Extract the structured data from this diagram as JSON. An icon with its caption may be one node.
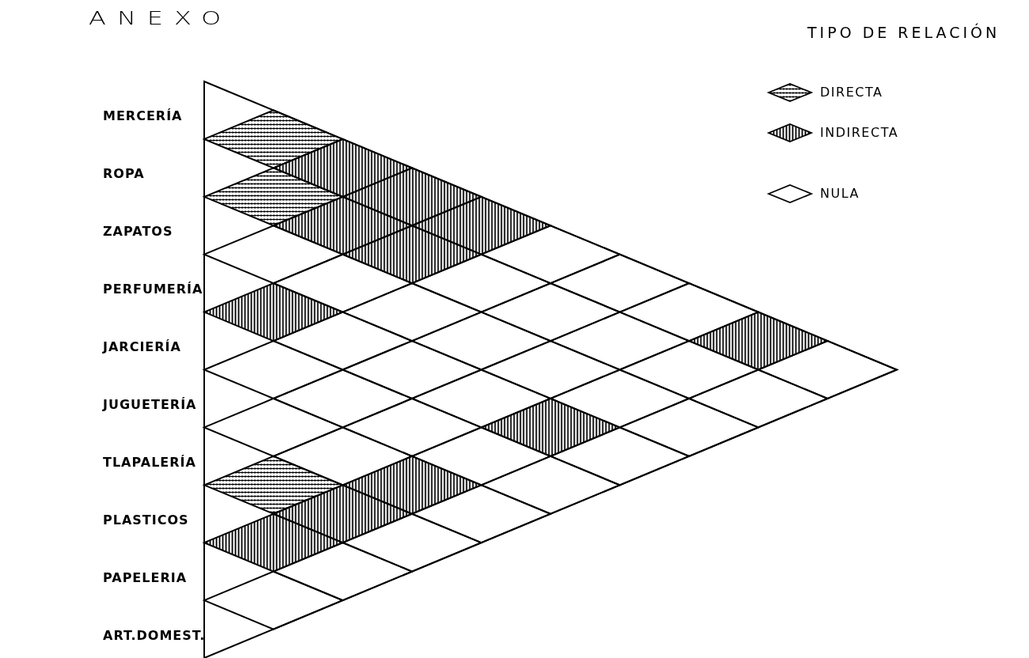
{
  "diagram": {
    "title": "ANEXO",
    "labels": [
      "MERCERÍA",
      "ROPA",
      "ZAPATOS",
      "PERFUMERÍA",
      "JARCIERÍA",
      "JUGUETERÍA",
      "TLAPALERÍA",
      "PLASTICOS",
      "PAPELERIA",
      "ART.DOMEST.",
      "TIPO DE RELACIÓN"
    ],
    "legend": [
      {
        "text": "DIRECTA"
      },
      {
        "text": "INDIRECTA"
      },
      {
        "text": "NULA"
      }
    ]
  }
}
